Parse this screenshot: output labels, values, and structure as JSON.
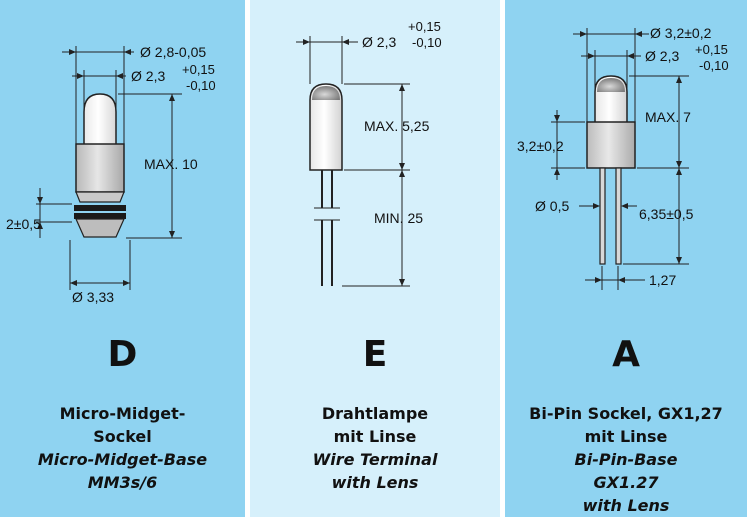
{
  "panels": {
    "d": {
      "letter": "D",
      "caption": [
        "Micro-Midget-",
        "Sockel",
        "Micro-Midget-Base",
        "MM3s/6"
      ],
      "dims": {
        "outer_dia": "Ø 2,8-0,05",
        "inner_dia": "Ø 2,3",
        "tol_plus": "+0,15",
        "tol_minus": "-0,10",
        "max_len": "MAX. 10",
        "groove": "2±0,5",
        "base_dia": "Ø 3,33"
      }
    },
    "e": {
      "letter": "E",
      "caption": [
        "Drahtlampe",
        "mit Linse",
        "Wire Terminal",
        "with Lens"
      ],
      "dims": {
        "dia": "Ø 2,3",
        "tol_plus": "+0,15",
        "tol_minus": "-0,10",
        "max_len": "MAX. 5,25",
        "min_wire": "MIN. 25"
      }
    },
    "a": {
      "letter": "A",
      "caption": [
        "Bi-Pin Sockel, GX1,27",
        "mit Linse",
        "Bi-Pin-Base",
        "GX1.27",
        "with Lens"
      ],
      "dims": {
        "outer_dia": "Ø 3,2±0,2",
        "inner_dia": "Ø 2,3",
        "tol_plus": "+0,15",
        "tol_minus": "-0,10",
        "max_len": "MAX. 7",
        "socket_h": "3,2±0,2",
        "pin_dia": "Ø 0,5",
        "pin_len": "6,35±0,5",
        "pitch": "1,27"
      }
    }
  }
}
